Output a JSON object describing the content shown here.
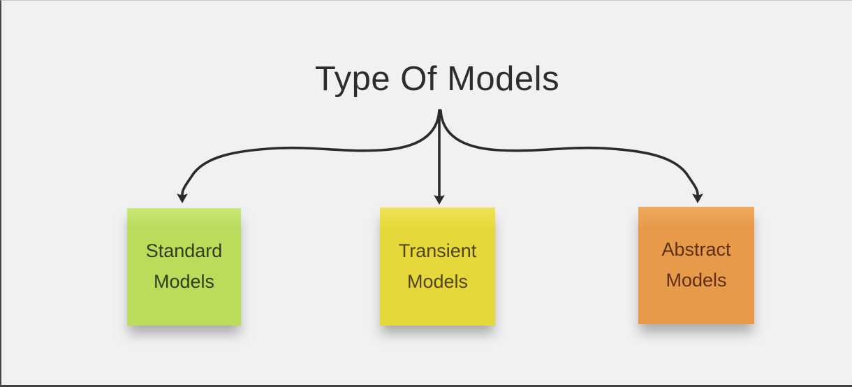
{
  "diagram": {
    "title": "Type Of Models",
    "nodes": [
      {
        "id": "standard",
        "label": "Standard Models",
        "fill": "#b9dc5b",
        "fill_light": "#c9e877",
        "text_color": "#333d1c"
      },
      {
        "id": "transient",
        "label": "Transient Models",
        "fill": "#e6d83b",
        "fill_light": "#eee355",
        "text_color": "#4f4613"
      },
      {
        "id": "abstract",
        "label": "Abstract Models",
        "fill": "#e79a49",
        "fill_light": "#eeaa60",
        "text_color": "#5e2e0d"
      }
    ],
    "colors": {
      "background": "#f1f1f2",
      "arrow": "#2b2b2b",
      "title_text": "#2d2d2d"
    }
  }
}
